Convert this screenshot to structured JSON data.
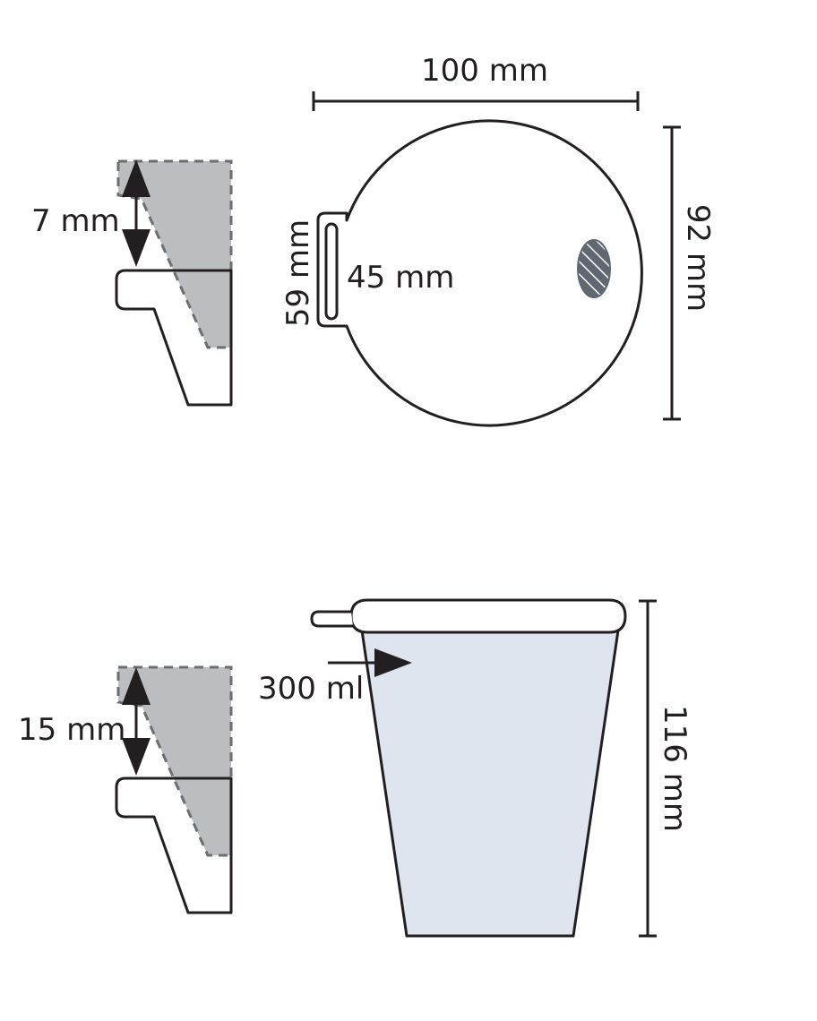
{
  "labels": {
    "lid_width": "100 mm",
    "lid_height": "92 mm",
    "slot_length": "59 mm",
    "slot_inner": "45 mm",
    "overhang_top": "7 mm",
    "overhang_bottom": "15 mm",
    "cup_height": "116 mm",
    "cup_volume": "300 ml"
  },
  "colors": {
    "line": "#231f20",
    "shade": "#bcbdc0",
    "dash": "#6d6e71",
    "cup_fill": "#dfe5ee",
    "hatch": "#5f6770"
  }
}
